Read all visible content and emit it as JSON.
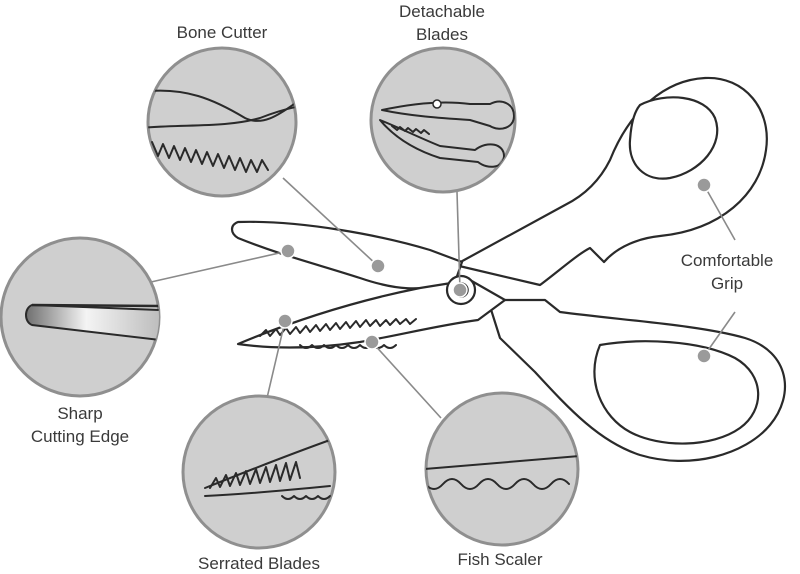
{
  "labels": {
    "bone_cutter": "Bone Cutter",
    "detachable_l1": "Detachable",
    "detachable_l2": "Blades",
    "comfortable_l1": "Comfortable",
    "comfortable_l2": "Grip",
    "sharp_l1": "Sharp",
    "sharp_l2": "Cutting Edge",
    "serrated": "Serrated Blades",
    "fish_scaler": "Fish Scaler"
  },
  "colors": {
    "circle_fill": "#cfcfcf",
    "circle_stroke": "#8f8f8f",
    "outline": "#2a2a2a",
    "leader": "#8a8a8a",
    "text": "#3a3a3a"
  }
}
